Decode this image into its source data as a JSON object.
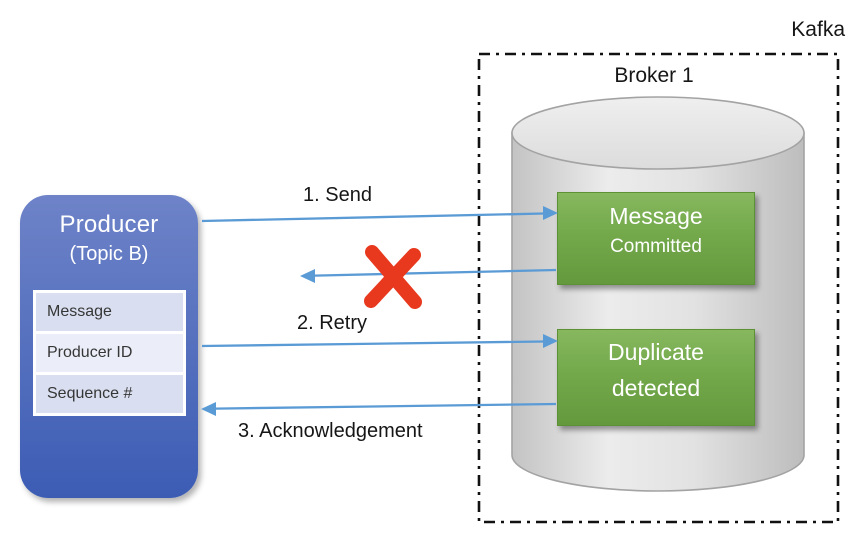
{
  "diagram": {
    "cluster_label": "Kafka",
    "broker_label": "Broker 1",
    "producer": {
      "title": "Producer",
      "subtitle": "(Topic B)",
      "fields": [
        "Message",
        "Producer ID",
        "Sequence #"
      ]
    },
    "broker_states": [
      {
        "line1": "Message",
        "line2": "Committed"
      },
      {
        "line1": "Duplicate",
        "line2": "detected"
      }
    ],
    "arrow_labels": [
      "1. Send",
      "2. Retry",
      "3. Acknowledgement"
    ],
    "colors": {
      "arrow_blue": "#5b9bd5",
      "producer_blue_top": "#6e83c8",
      "producer_blue_bottom": "#3c5cb4",
      "state_green": "#70ad47",
      "error_red": "#e8391f",
      "cylinder_gray": "#d6d6d6",
      "boundary_black": "#111111"
    }
  }
}
